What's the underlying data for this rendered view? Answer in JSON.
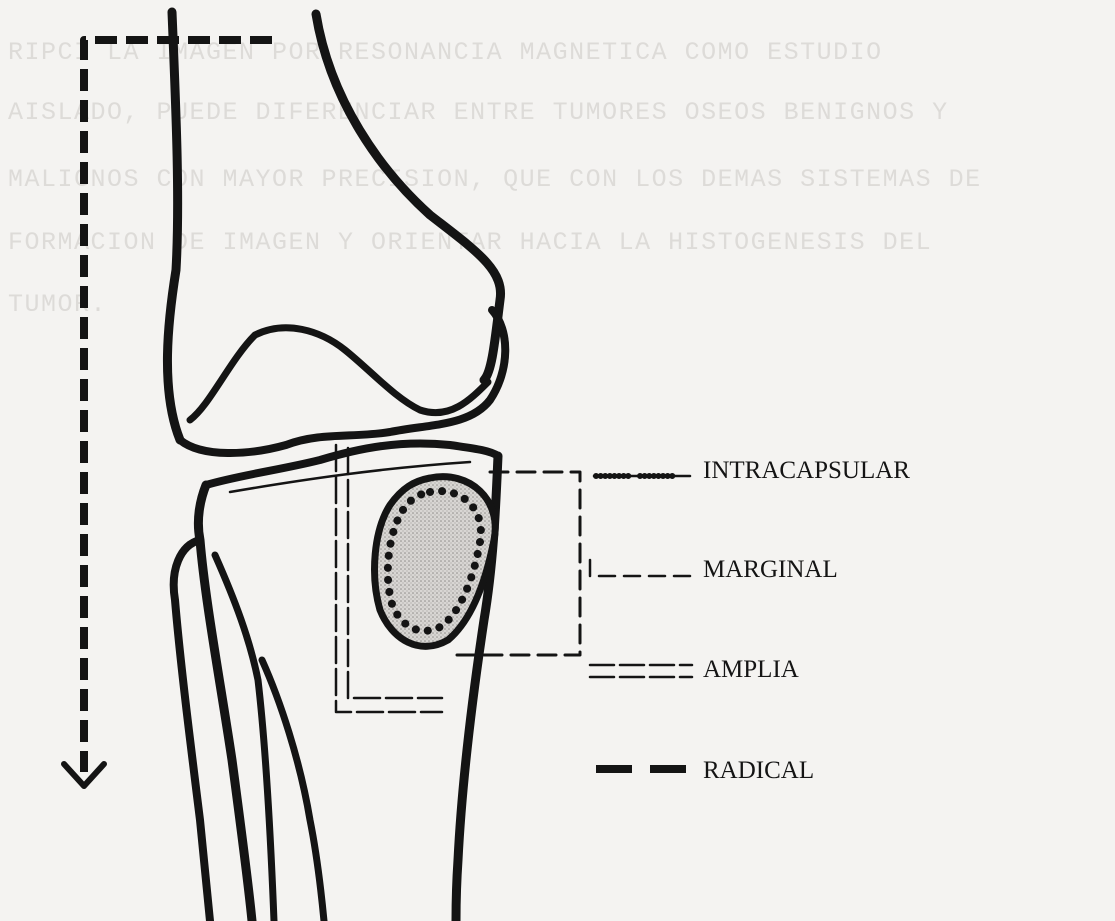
{
  "background_text": {
    "line1": "RIPCI    LA IMAGEN POR RESONANCIA MAGNETICA COMO ESTUDIO",
    "line2": "AISLADO, PUEDE DIFERENCIAR ENTRE TUMORES OSEOS BENIGNOS Y",
    "line3": "MALIGNOS CON MAYOR PRECISION, QUE CON LOS DEMAS SISTEMAS DE",
    "line4": "FORMACION DE IMAGEN Y ORIENTAR HACIA LA HISTOGENESIS DEL",
    "line5": "TUMOR."
  },
  "legend": {
    "intracapsular": "INTRACAPSULAR",
    "marginal": "MARGINAL",
    "amplia": "AMPLIA",
    "radical": "RADICAL"
  },
  "colors": {
    "ink": "#141414",
    "paper": "#f4f3f1",
    "bleed_text": "#dddbd8",
    "lesion_fill": "#c9c6c3"
  }
}
